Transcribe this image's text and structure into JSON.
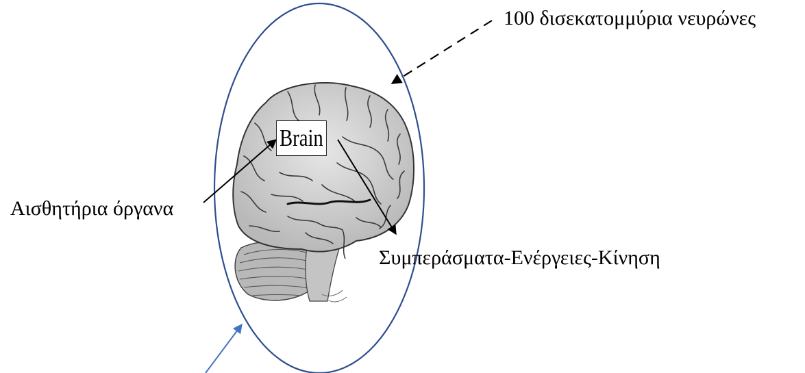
{
  "labels": {
    "neurons": "100 δισεκατομμύρια νευρώνες",
    "senses": "Αισθητήρια όργανα",
    "outputs": "Συμπεράσματα-Ενέργειες-Κίνηση",
    "brain": "Brain"
  },
  "colors": {
    "ellipse": "#2e4e8e",
    "pointer_arrow": "#4472c4",
    "arrows": "#000000",
    "brain_fill": "#d4d4d4",
    "brain_lines": "#3a3a3a"
  }
}
